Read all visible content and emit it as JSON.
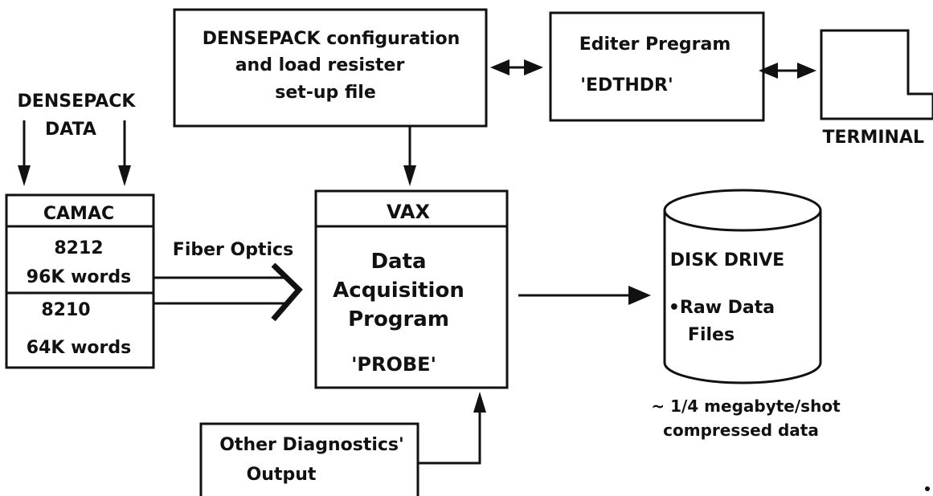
{
  "densepack_data": {
    "line1": "DENSEPACK",
    "line2": "DATA"
  },
  "config_file": {
    "line1": "DENSEPACK configuration",
    "line2": "and load resister",
    "line3": "set-up file"
  },
  "editor": {
    "line1": "Editer Pregram",
    "line2": "'EDTHDR'"
  },
  "terminal": {
    "label": "TERMINAL"
  },
  "camac": {
    "header": "CAMAC",
    "unit1_model": "8212",
    "unit1_words": "96K words",
    "unit2_model": "8210",
    "unit2_words": "64K words"
  },
  "fiber_optics": {
    "label": "Fiber Optics"
  },
  "vax": {
    "header": "VAX",
    "line1": "Data",
    "line2": "Acquisition",
    "line3": "Program",
    "line4": "'PROBE'"
  },
  "disk_drive": {
    "title": "DISK DRIVE",
    "item1": "•Raw Data",
    "item2": "Files",
    "note_line1": "~ 1/4 megabyte/shot",
    "note_line2": "compressed data"
  },
  "other_diagnostics": {
    "line1": "Other Diagnostics'",
    "line2": "Output"
  }
}
